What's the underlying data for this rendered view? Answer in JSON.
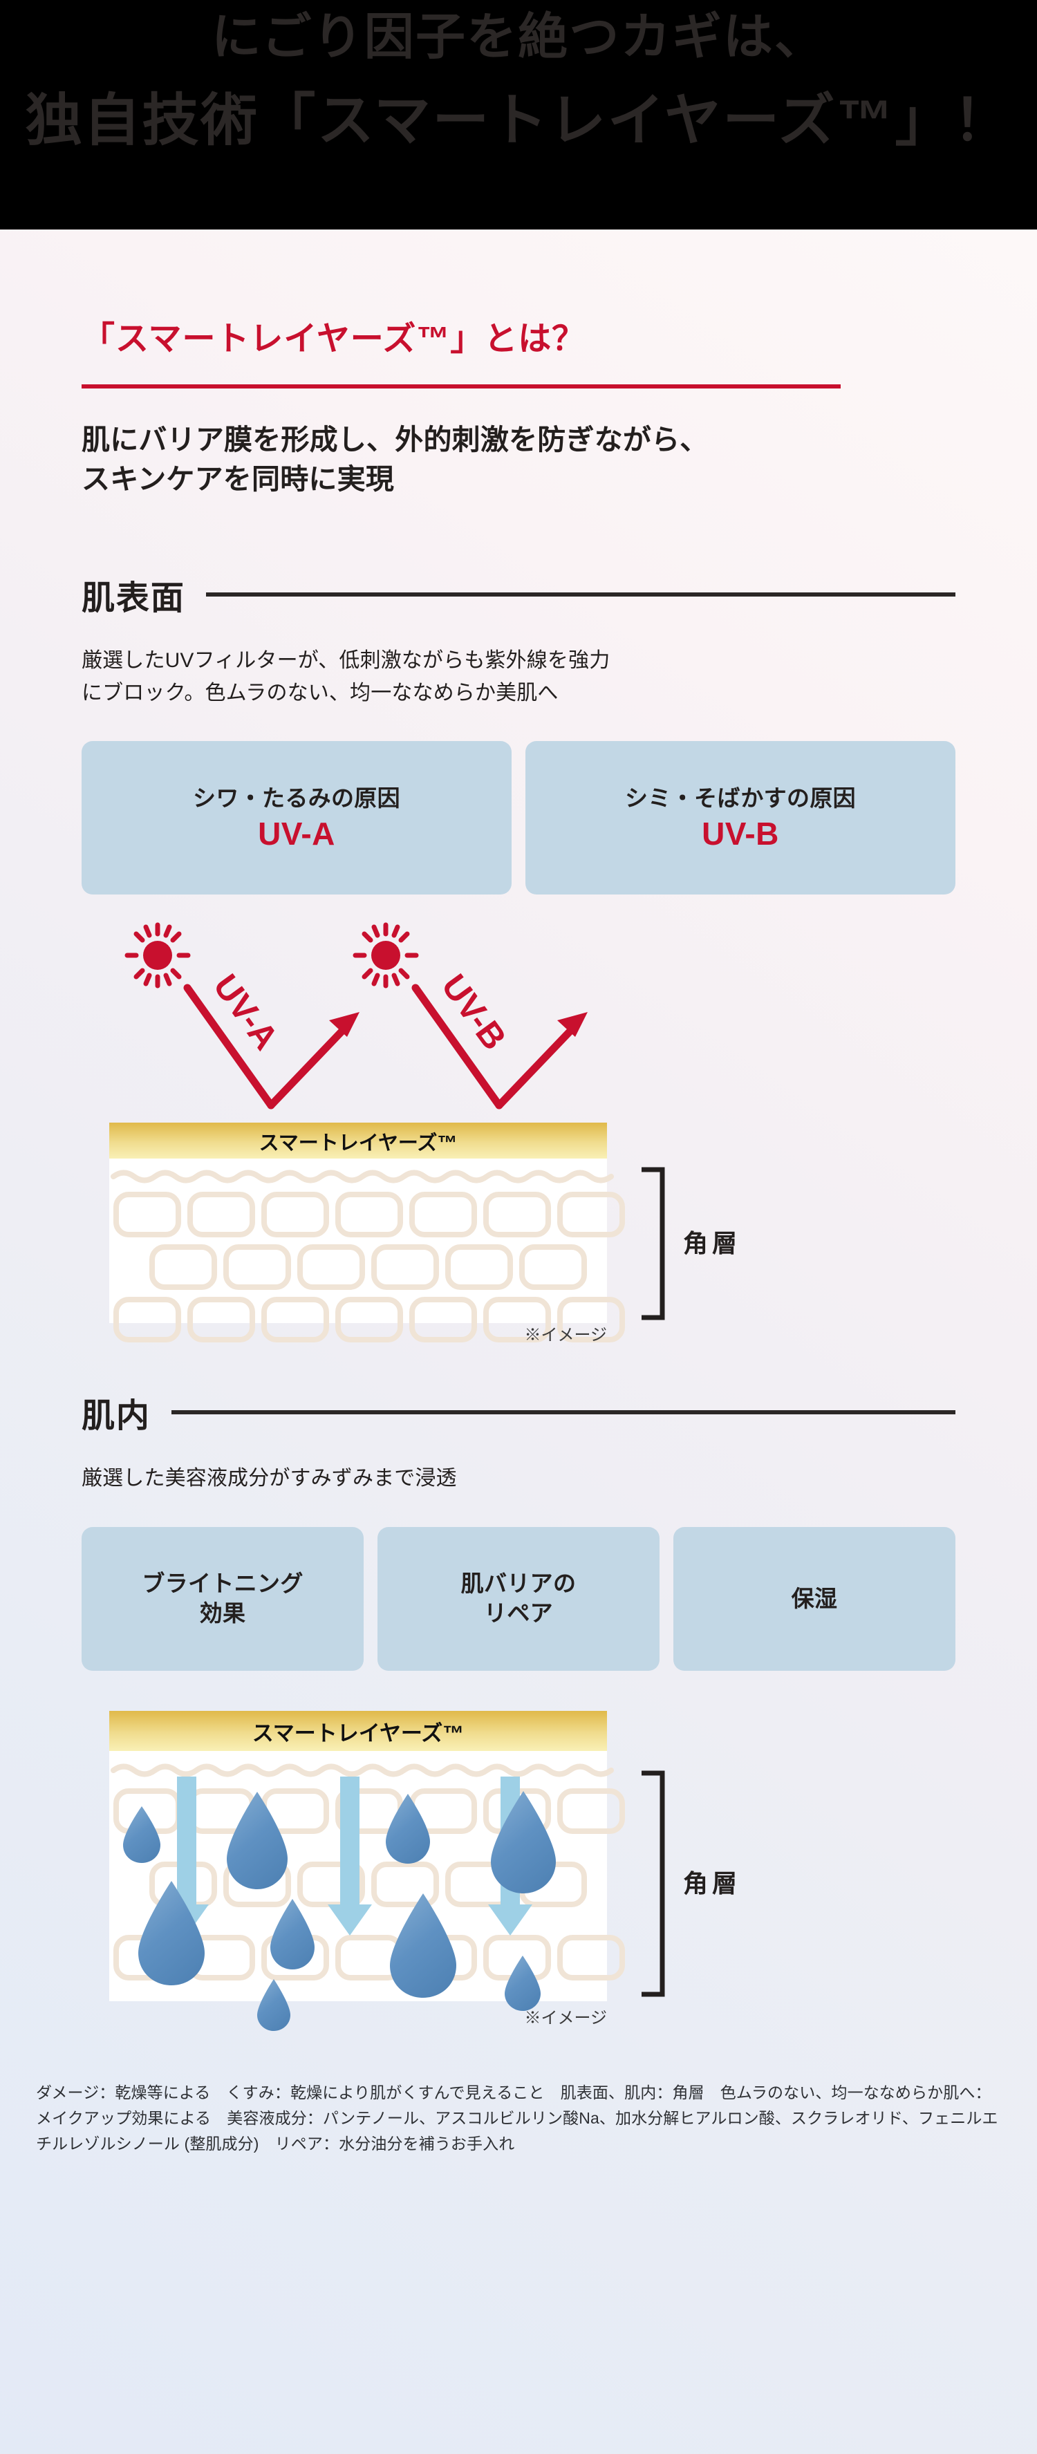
{
  "hero": {
    "line1": "にごり因子を絶つカギは、",
    "line2": "独自技術「スマートレイヤーズ™」！"
  },
  "main": {
    "title": "「スマートレイヤーズ™」とは？",
    "lead": "肌にバリア膜を形成し、外的刺激を防ぎながら、\nスキンケアを同時に実現"
  },
  "section_surface": {
    "heading": "肌表面",
    "description": "厳選したUVフィルターが、低刺激ながらも紫外線を強力\nにブロック。色ムラのない、均一ななめらか美肌へ",
    "cards": [
      {
        "jp": "シワ・たるみの原因",
        "uv": "UV-A"
      },
      {
        "jp": "シミ・そばかすの原因",
        "uv": "UV-B"
      }
    ],
    "diagram": {
      "ray_labels": [
        "UV-A",
        "UV-B"
      ],
      "layer_label": "スマートレイヤーズ™",
      "bracket_label": "角層",
      "image_note": "※イメージ"
    }
  },
  "section_inner": {
    "heading": "肌内",
    "description": "厳選した美容液成分がすみずみまで浸透",
    "cards": [
      {
        "jp": "ブライトニング\n効果"
      },
      {
        "jp": "肌バリアの\nリペア"
      },
      {
        "jp": "保湿"
      }
    ],
    "diagram": {
      "layer_label": "スマートレイヤーズ™",
      "bracket_label": "角層",
      "image_note": "※イメージ"
    }
  },
  "footer": {
    "fine_print": "ダメージ：乾燥等による　くすみ：乾燥により肌がくすんで見えること　肌表面、肌内：角層　色ムラのない、均一ななめらか肌へ：メイクアップ効果による　美容液成分：パンテノール、アスコルビルリン酸Na、加水分解ヒアルロン酸、スクラレオリド、フェニルエチルレゾルシノール (整肌成分)　リペア：水分油分を補うお手入れ"
  },
  "colors": {
    "hero_bg": "#000000",
    "hero_text": "#2b2726",
    "accent_red": "#c8102e",
    "card_blue": "#c2d7e5",
    "gold_top": "#e0b94a",
    "gold_bottom": "#f7eca8",
    "droplet_blue": "#5b8fc0",
    "arrow_blue": "#9ed0e6",
    "cell_stroke": "#f1e6d9",
    "text_dark": "#231f1e"
  }
}
